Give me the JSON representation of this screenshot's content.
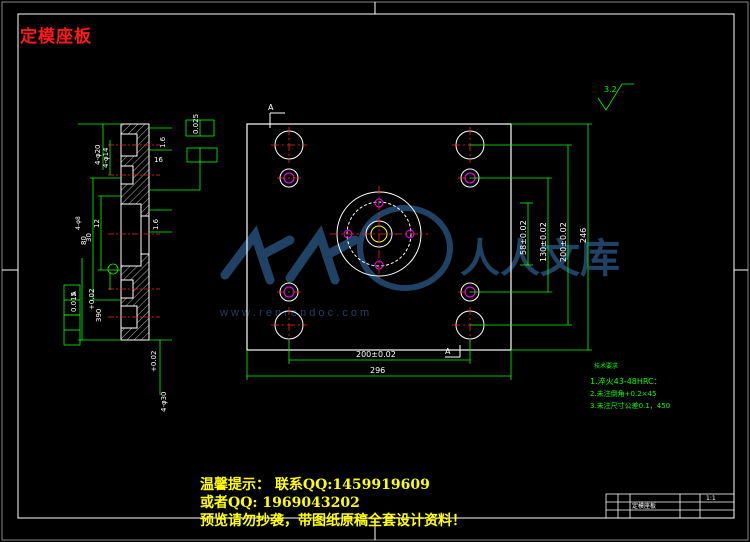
{
  "header": {
    "title": "定模座板"
  },
  "notice": {
    "line1": "温馨提示： 联系QQ:1459919609",
    "line2": "或者QQ:  1969043202",
    "line3": "预览请勿抄袭，带图纸原稿全套设计资料！"
  },
  "watermark": {
    "text": "人人文库",
    "url": "w w w . r e n r e n d o c . c o m"
  },
  "plan_view": {
    "section_mark": "A",
    "roughness": "3.2",
    "dims": {
      "inner_width": "200±0.02",
      "outer_width": "296",
      "h_58": "58±0.02",
      "h_130": "130±0.02",
      "h_200": "200±0.02",
      "h_246": "246"
    }
  },
  "side_view": {
    "dims": {
      "d1": "4-φ20",
      "d2": "4-φ14",
      "d3": "1.6",
      "d4": "16",
      "d5": "4-φ8",
      "d6": "30",
      "d7": "12",
      "d8": "1.6",
      "d9": "80",
      "d10": "+0.02",
      "d11": "390",
      "d12": "+0.02",
      "d13": "4-φ30",
      "tol1": "0.025",
      "tol2": "0.015",
      "datum": "A"
    }
  },
  "tech_notes": {
    "heading": "技术要求",
    "l1": "1.淬火43-48HRC：",
    "l2": "2.未注倒角+0.2×45",
    "l3": "3.未注尺寸公差0.1，450"
  },
  "title_block": {
    "name": "定模座板",
    "scale": "1:1"
  },
  "colors": {
    "line": "#ffffff",
    "dim": "#00ff00",
    "center": "#ff0000",
    "hole": "#ff00ff",
    "accent": "#ffff00"
  }
}
